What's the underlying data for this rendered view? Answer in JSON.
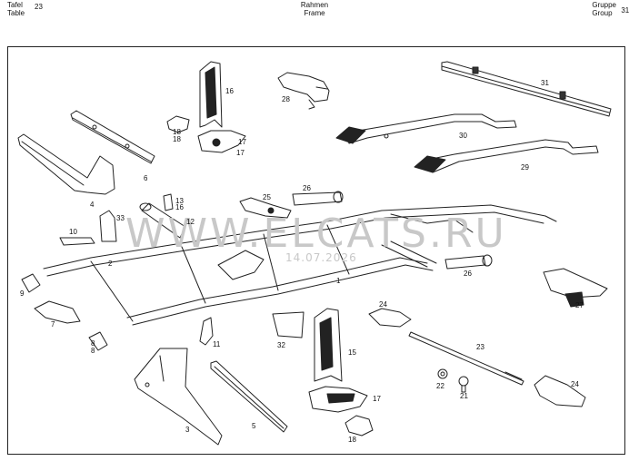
{
  "header": {
    "left_line1": "Tafel",
    "left_line2": "Table",
    "left_number": "23",
    "center_line1": "Rahmen",
    "center_line2": "Frame",
    "right_line1": "Gruppe",
    "right_line2": "Group",
    "right_number": "31"
  },
  "watermark": {
    "main": "WWW.ELCATS.RU",
    "date": "14.07.2026"
  },
  "callouts": [
    "1",
    "2",
    "3",
    "4",
    "5",
    "6",
    "7",
    "8",
    "9",
    "10",
    "11",
    "12",
    "13",
    "15",
    "16",
    "17",
    "18",
    "21",
    "22",
    "23",
    "24",
    "25",
    "26",
    "27",
    "28",
    "29",
    "30",
    "31",
    "32",
    "33",
    "16",
    "17",
    "18",
    "24",
    "26",
    "17",
    "18",
    "8"
  ]
}
